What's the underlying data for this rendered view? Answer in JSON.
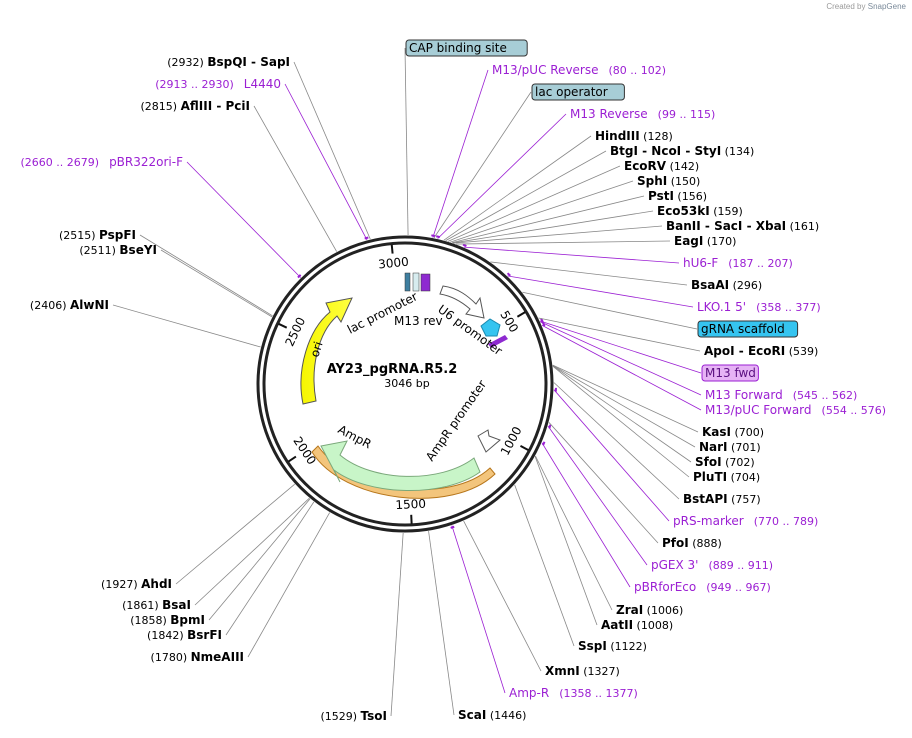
{
  "credit": {
    "prefix": "Created by",
    "brand": "SnapGene"
  },
  "plasmid": {
    "name": "AY23_pgRNA.R5.2",
    "length_label": "3046 bp",
    "length": 3046
  },
  "ticks": [
    {
      "bp": 500,
      "label": "500"
    },
    {
      "bp": 1000,
      "label": "1000"
    },
    {
      "bp": 1500,
      "label": "1500"
    },
    {
      "bp": 2000,
      "label": "2000"
    },
    {
      "bp": 2500,
      "label": "2500"
    },
    {
      "bp": 3000,
      "label": "3000"
    }
  ],
  "features": [
    {
      "id": "lac-promoter",
      "label": "lac promoter"
    },
    {
      "id": "m13-rev",
      "label": "M13 rev"
    },
    {
      "id": "u6-promoter",
      "label": "U6 promoter"
    },
    {
      "id": "ori",
      "label": "ori"
    },
    {
      "id": "ampr",
      "label": "AmpR"
    },
    {
      "id": "ampr-promoter",
      "label": "AmpR promoter"
    }
  ],
  "labels": [
    {
      "kind": "site",
      "name": "BspQI",
      "name2": "SapI",
      "pos": "(2932)",
      "bp": 2932
    },
    {
      "kind": "primer",
      "name": "L4440",
      "pos": "(2913 .. 2930)",
      "bp": 2921
    },
    {
      "kind": "site",
      "name": "AflIII",
      "name2": "PciI",
      "pos": "(2815)",
      "bp": 2815
    },
    {
      "kind": "primer",
      "name": "pBR322ori-F",
      "pos": "(2660 .. 2679)",
      "bp": 2670
    },
    {
      "kind": "site",
      "name": "PspFI",
      "pos": "(2515)",
      "bp": 2515
    },
    {
      "kind": "site",
      "name": "BseYI",
      "pos": "(2511)",
      "bp": 2511
    },
    {
      "kind": "site",
      "name": "AlwNI",
      "pos": "(2406)",
      "bp": 2406
    },
    {
      "kind": "site",
      "name": "AhdI",
      "pos": "(1927)",
      "bp": 1927
    },
    {
      "kind": "site",
      "name": "BsaI",
      "pos": "(1861)",
      "bp": 1861
    },
    {
      "kind": "site",
      "name": "BpmI",
      "pos": "(1858)",
      "bp": 1858
    },
    {
      "kind": "site",
      "name": "BsrFI",
      "pos": "(1842)",
      "bp": 1842
    },
    {
      "kind": "site",
      "name": "NmeAIII",
      "pos": "(1780)",
      "bp": 1780
    },
    {
      "kind": "site",
      "name": "TsoI",
      "pos": "(1529)",
      "bp": 1529
    },
    {
      "kind": "site",
      "name": "ScaI",
      "pos": "(1446)",
      "bp": 1446
    },
    {
      "kind": "primer",
      "name": "Amp-R",
      "pos": "(1358 .. 1377)",
      "bp": 1368
    },
    {
      "kind": "site",
      "name": "XmnI",
      "pos": "(1327)",
      "bp": 1327
    },
    {
      "kind": "site",
      "name": "SspI",
      "pos": "(1122)",
      "bp": 1122
    },
    {
      "kind": "site",
      "name": "AatII",
      "pos": "(1008)",
      "bp": 1008
    },
    {
      "kind": "site",
      "name": "ZraI",
      "pos": "(1006)",
      "bp": 1006
    },
    {
      "kind": "primer",
      "name": "pBRforEco",
      "pos": "(949 .. 967)",
      "bp": 958
    },
    {
      "kind": "primer",
      "name": "pGEX 3'",
      "pos": "(889 .. 911)",
      "bp": 900
    },
    {
      "kind": "site",
      "name": "PfoI",
      "pos": "(888)",
      "bp": 888
    },
    {
      "kind": "primer",
      "name": "pRS-marker",
      "pos": "(770 .. 789)",
      "bp": 780
    },
    {
      "kind": "site",
      "name": "BstAPI",
      "pos": "(757)",
      "bp": 757
    },
    {
      "kind": "site",
      "name": "PluTI",
      "pos": "(704)",
      "bp": 704
    },
    {
      "kind": "site",
      "name": "SfoI",
      "pos": "(702)",
      "bp": 702
    },
    {
      "kind": "site",
      "name": "NarI",
      "pos": "(701)",
      "bp": 701
    },
    {
      "kind": "site",
      "name": "KasI",
      "pos": "(700)",
      "bp": 700
    },
    {
      "kind": "primer",
      "name": "M13/pUC Forward",
      "pos": "(554 .. 576)",
      "bp": 565
    },
    {
      "kind": "primer",
      "name": "M13 Forward",
      "pos": "(545 .. 562)",
      "bp": 553
    },
    {
      "kind": "boxprimer",
      "name": "M13 fwd",
      "bp": 550
    },
    {
      "kind": "site",
      "name": "ApoI",
      "name2": "EcoRI",
      "pos": "(539)",
      "bp": 539
    },
    {
      "kind": "boxfeat",
      "name": "gRNA scaffold",
      "bp": 440
    },
    {
      "kind": "primer",
      "name": "LKO.1 5'",
      "pos": "(358 .. 377)",
      "bp": 368
    },
    {
      "kind": "site",
      "name": "BsaAI",
      "pos": "(296)",
      "bp": 296
    },
    {
      "kind": "primer",
      "name": "hU6-F",
      "pos": "(187 .. 207)",
      "bp": 197
    },
    {
      "kind": "site",
      "name": "EagI",
      "pos": "(170)",
      "bp": 170
    },
    {
      "kind": "site",
      "name": "BanII",
      "name2": "SacI",
      "name3": "XbaI",
      "pos": "(161)",
      "bp": 161
    },
    {
      "kind": "site",
      "name": "Eco53kI",
      "pos": "(159)",
      "bp": 159
    },
    {
      "kind": "site",
      "name": "PstI",
      "pos": "(156)",
      "bp": 156
    },
    {
      "kind": "site",
      "name": "SphI",
      "pos": "(150)",
      "bp": 150
    },
    {
      "kind": "site",
      "name": "EcoRV",
      "pos": "(142)",
      "bp": 142
    },
    {
      "kind": "site",
      "name": "BtgI",
      "name2": "NcoI",
      "name3": "StyI",
      "pos": "(134)",
      "bp": 134
    },
    {
      "kind": "site",
      "name": "HindIII",
      "pos": "(128)",
      "bp": 128
    },
    {
      "kind": "primer",
      "name": "M13 Reverse",
      "pos": "(99 .. 115)",
      "bp": 107
    },
    {
      "kind": "boxgray",
      "name": "lac operator",
      "bp": 95
    },
    {
      "kind": "primer",
      "name": "M13/pUC Reverse",
      "pos": "(80 .. 102)",
      "bp": 91
    },
    {
      "kind": "boxgray",
      "name": "CAP binding site",
      "bp": 10
    }
  ],
  "colors": {
    "backbone": "#222222",
    "site_text": "#000000",
    "primer": "#9b1fd3",
    "ori": "#ffff00",
    "ampr": "#c8f5c8",
    "ampr_outline": "#d9902a",
    "gray_box": "#a7cdd6",
    "cyan_box": "#35c4f0",
    "primer_box": "#e6b3f5",
    "leader": "#777777"
  }
}
